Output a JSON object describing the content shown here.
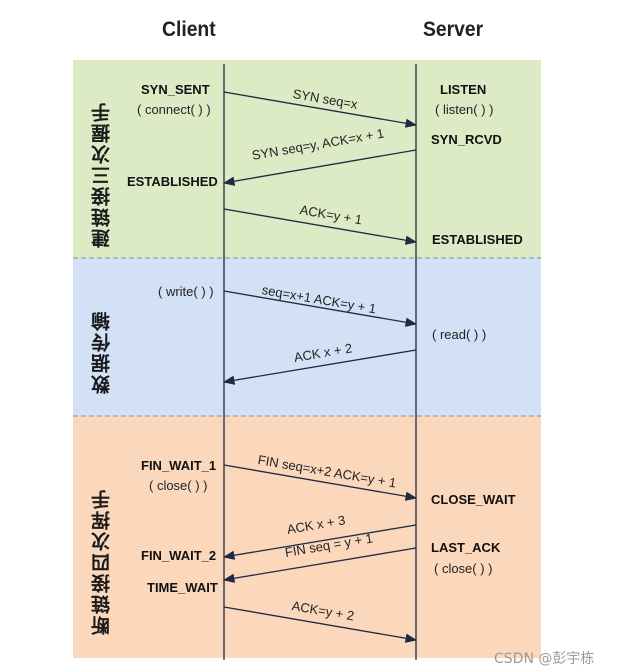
{
  "columns": {
    "client": "Client",
    "server": "Server"
  },
  "phases": [
    {
      "label": "建链接三次握手",
      "color": "#dcebc6"
    },
    {
      "label": "数据传输",
      "color": "#d3e1f6"
    },
    {
      "label": "断链接四次挥手",
      "color": "#fbd8bc"
    }
  ],
  "client_states": {
    "syn_sent": "SYN_SENT",
    "connect": "( connect( ) )",
    "established": "ESTABLISHED",
    "write": "( write( ) )",
    "fin_wait_1": "FIN_WAIT_1",
    "close": "( close( ) )",
    "fin_wait_2": "FIN_WAIT_2",
    "time_wait": "TIME_WAIT"
  },
  "server_states": {
    "listen": "LISTEN",
    "listen_call": "( listen( ) )",
    "syn_rcvd": "SYN_RCVD",
    "established": "ESTABLISHED",
    "read": "( read( ) )",
    "close_wait": "CLOSE_WAIT",
    "last_ack": "LAST_ACK",
    "close": "( close( ) )"
  },
  "messages": [
    {
      "id": "syn",
      "text": "SYN seq=x",
      "direction": "client-to-server"
    },
    {
      "id": "synack",
      "text": "SYN seq=y, ACK=x + 1",
      "direction": "server-to-client"
    },
    {
      "id": "ack1",
      "text": "ACK=y + 1",
      "direction": "client-to-server"
    },
    {
      "id": "data",
      "text": "seq=x+1 ACK=y + 1",
      "direction": "client-to-server"
    },
    {
      "id": "dataack",
      "text": "ACK x + 2",
      "direction": "server-to-client"
    },
    {
      "id": "fin1",
      "text": "FIN seq=x+2 ACK=y + 1",
      "direction": "client-to-server"
    },
    {
      "id": "ack2",
      "text": "ACK x + 3",
      "direction": "server-to-client"
    },
    {
      "id": "fin2",
      "text": "FIN seq = y + 1",
      "direction": "server-to-client"
    },
    {
      "id": "ack3",
      "text": "ACK=y + 2",
      "direction": "client-to-server"
    }
  ],
  "watermark": "CSDN @彭宇栋",
  "line_color": "#1f2a44"
}
